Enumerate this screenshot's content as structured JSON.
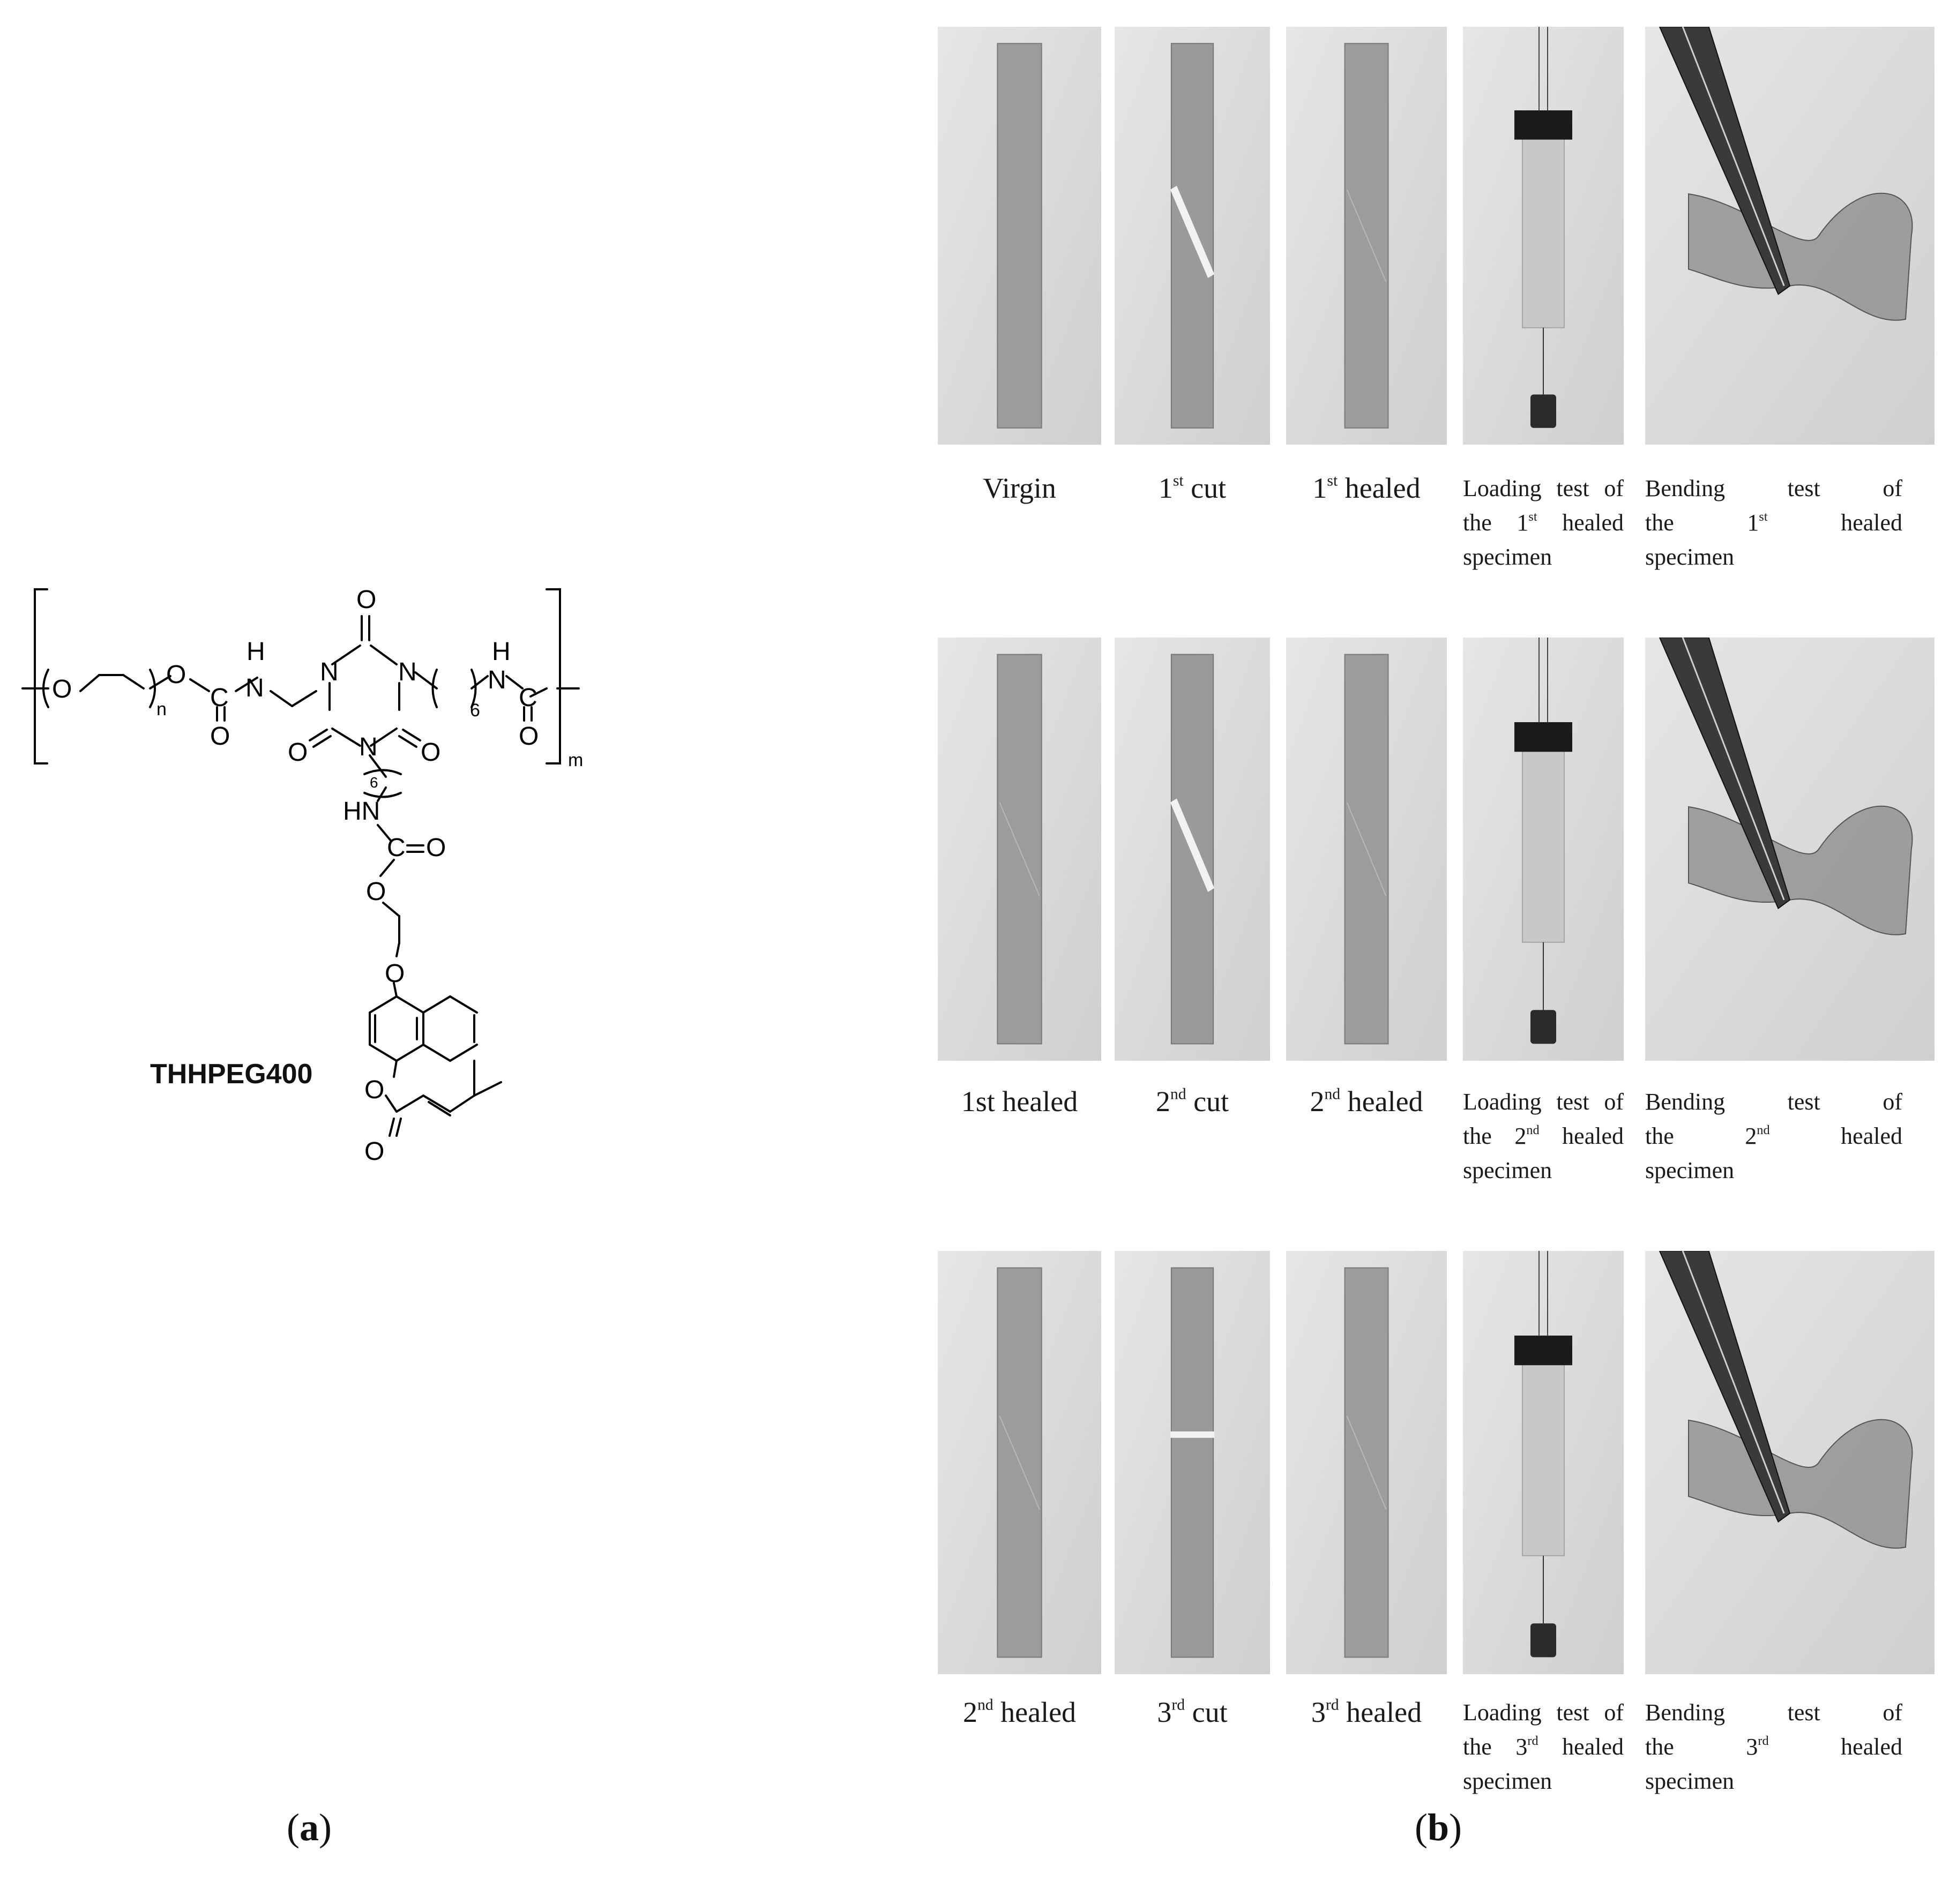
{
  "panel_labels": {
    "a": "a",
    "b": "b"
  },
  "compound": {
    "name": "THHPEG400",
    "atoms": {
      "O": "O",
      "N": "N",
      "H": "H",
      "C": "C",
      "HN": "HN",
      "sub_n": "n",
      "sub_m": "m",
      "sub_6": "6"
    }
  },
  "rows": [
    {
      "captions": [
        {
          "main": "Virgin",
          "sup": "",
          "rest": ""
        },
        {
          "main": "1",
          "sup": "st",
          "rest": " cut"
        },
        {
          "main": "1",
          "sup": "st",
          "rest": " healed"
        },
        {
          "lines": [
            {
              "pre": "Loading test of",
              "sup": "",
              "post": ""
            },
            {
              "pre": "the 1",
              "sup": "st",
              "post": " healed"
            },
            {
              "pre": "specimen",
              "sup": "",
              "post": ""
            }
          ]
        },
        {
          "lines": [
            {
              "pre": "Bending test of",
              "sup": "",
              "post": ""
            },
            {
              "pre": "the 1",
              "sup": "st",
              "post": " healed"
            },
            {
              "pre": "specimen",
              "sup": "",
              "post": ""
            }
          ]
        }
      ]
    },
    {
      "captions": [
        {
          "main": "1st healed",
          "sup": "",
          "rest": ""
        },
        {
          "main": "2",
          "sup": "nd",
          "rest": " cut"
        },
        {
          "main": "2",
          "sup": "nd",
          "rest": " healed"
        },
        {
          "lines": [
            {
              "pre": "Loading test of",
              "sup": "",
              "post": ""
            },
            {
              "pre": "the 2",
              "sup": "nd",
              "post": " healed"
            },
            {
              "pre": "specimen",
              "sup": "",
              "post": ""
            }
          ]
        },
        {
          "lines": [
            {
              "pre": "Bending test of",
              "sup": "",
              "post": ""
            },
            {
              "pre": "the 2",
              "sup": "nd",
              "post": " healed"
            },
            {
              "pre": "specimen",
              "sup": "",
              "post": ""
            }
          ]
        }
      ]
    },
    {
      "captions": [
        {
          "main": "2",
          "sup": "nd",
          "rest": " healed"
        },
        {
          "main": "3",
          "sup": "rd",
          "rest": " cut"
        },
        {
          "main": "3",
          "sup": "rd",
          "rest": " healed"
        },
        {
          "lines": [
            {
              "pre": "Loading test of",
              "sup": "",
              "post": ""
            },
            {
              "pre": "the 3",
              "sup": "rd",
              "post": " healed"
            },
            {
              "pre": "specimen",
              "sup": "",
              "post": ""
            }
          ]
        },
        {
          "lines": [
            {
              "pre": "Bending test of",
              "sup": "",
              "post": ""
            },
            {
              "pre": "the 3",
              "sup": "rd",
              "post": " healed"
            },
            {
              "pre": "specimen",
              "sup": "",
              "post": ""
            }
          ]
        }
      ]
    }
  ]
}
